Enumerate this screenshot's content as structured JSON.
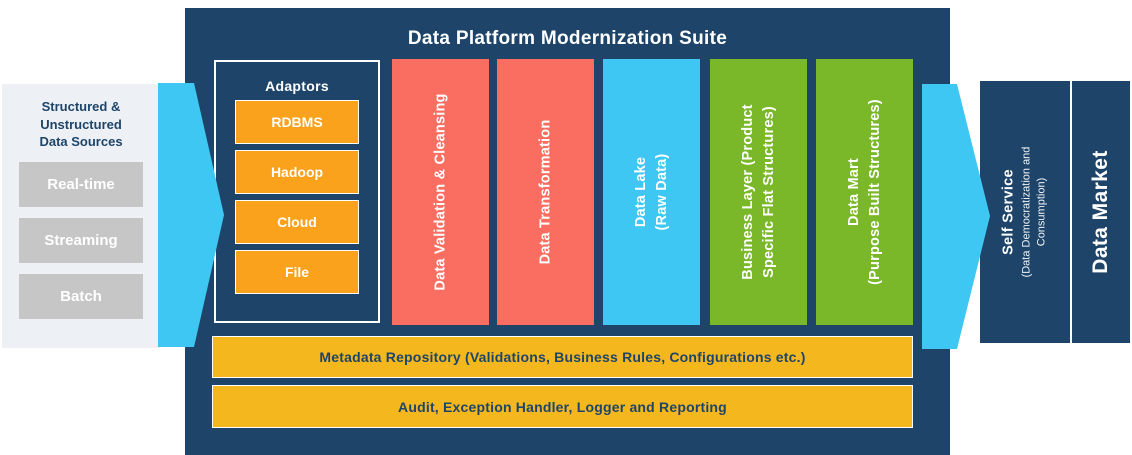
{
  "title": "Data Platform Modernization Suite",
  "sources": {
    "heading": "Structured &\nUnstructured\nData Sources",
    "items": [
      {
        "label": "Real-time"
      },
      {
        "label": "Streaming"
      },
      {
        "label": "Batch"
      }
    ]
  },
  "adaptors": {
    "title": "Adaptors",
    "items": [
      {
        "label": "RDBMS"
      },
      {
        "label": "Hadoop"
      },
      {
        "label": "Cloud"
      },
      {
        "label": "File"
      }
    ]
  },
  "pipeline_columns": [
    {
      "label": "Data Validation & Cleansing",
      "color": "#fa6d61"
    },
    {
      "label": "Data Transformation",
      "color": "#fa6d61"
    },
    {
      "label": "Data Lake\n(Raw Data)",
      "color": "#3ec7f2"
    },
    {
      "label": "Business Layer (Product\nSpecific Flat Structures)",
      "color": "#7ab82a"
    },
    {
      "label": "Data Mart\n(Purpose Built Structures)",
      "color": "#7ab82a"
    }
  ],
  "foundation_bars": [
    {
      "label": "Metadata Repository (Validations, Business Rules, Configurations etc.)"
    },
    {
      "label": "Audit, Exception Handler, Logger and Reporting"
    }
  ],
  "output": {
    "self_service": {
      "title": "Self Service",
      "subtitle": "(Data Democratization and\nConsumption)"
    },
    "data_market": "Data Market"
  },
  "colors": {
    "panel_navy": "#1e4569",
    "arrow_cyan": "#3ec7f2",
    "column_red": "#fa6d61",
    "column_cyan": "#3ec7f2",
    "column_green": "#7ab82a",
    "adaptor_orange": "#faa21c",
    "bar_yellow": "#f4b71e",
    "sources_panel_bg": "#edf1f5",
    "source_item_gray": "#c6c6c6",
    "text_white": "#ffffff",
    "text_navy": "#1e4569"
  }
}
